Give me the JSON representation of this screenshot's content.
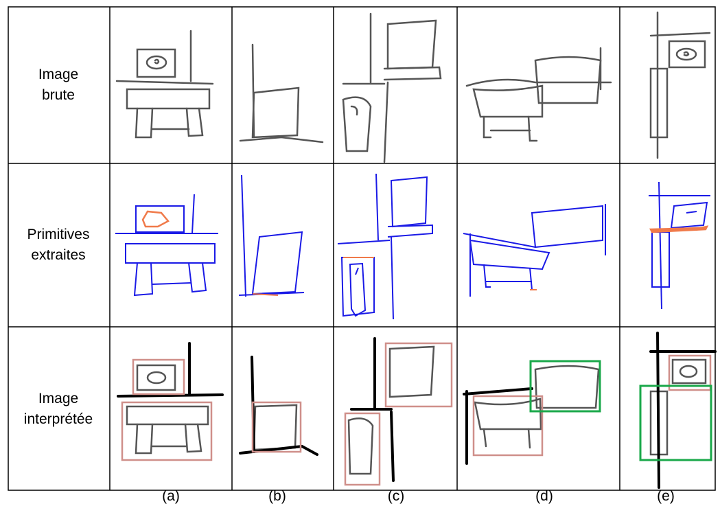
{
  "rows": [
    {
      "label": "Image\nbrute"
    },
    {
      "label": "Primitives\nextraites"
    },
    {
      "label": "Image\ninterprétée"
    }
  ],
  "columns": [
    {
      "label": "(a)"
    },
    {
      "label": "(b)"
    },
    {
      "label": "(c)"
    },
    {
      "label": "(d)"
    },
    {
      "label": "(e)"
    }
  ],
  "colors": {
    "sketch": "#555555",
    "primitive_line": "#1a1ae6",
    "primitive_highlight": "#f07a4a",
    "interpreted_line": "#000000",
    "object_box": "#cf8f8a",
    "wall_box": "#1aa84a",
    "grid": "#000000"
  }
}
